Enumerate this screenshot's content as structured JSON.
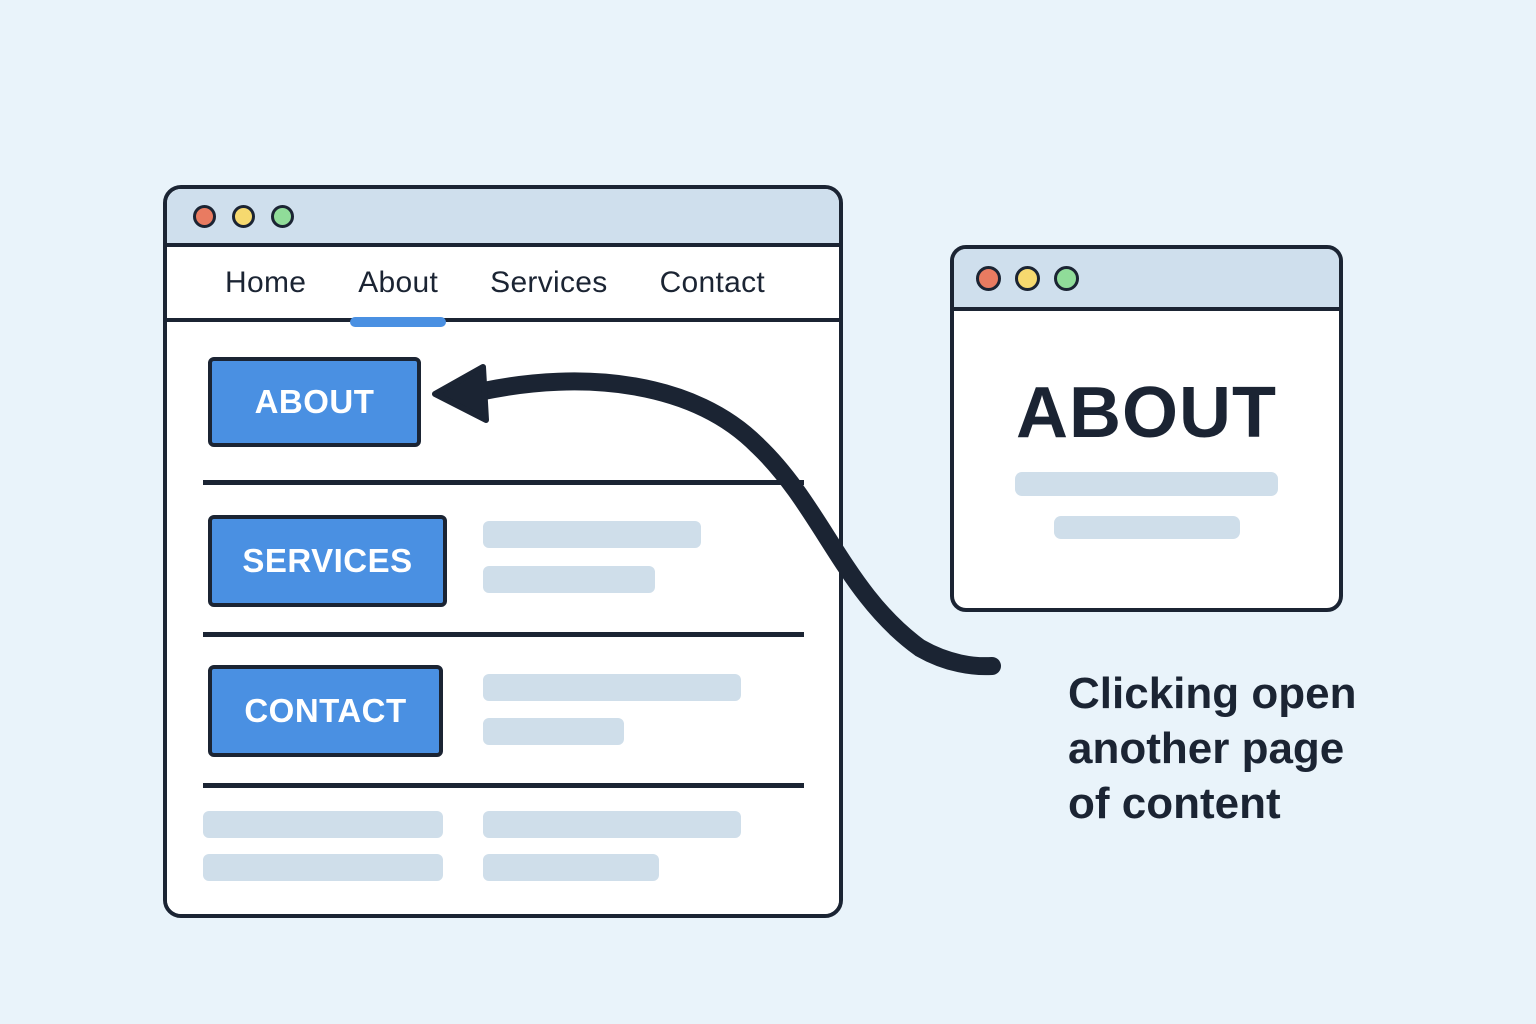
{
  "colors": {
    "bg": "#e9f3fa",
    "ink": "#1b2433",
    "titlebar": "#cfdfed",
    "blue": "#4a90e2",
    "bar": "#cfdeea",
    "dotred": "#e97b61",
    "dotyellow": "#f6d96f",
    "dotgreen": "#90dc99",
    "white": "#ffffff"
  },
  "main_window": {
    "traffic_light_icons": [
      "close-icon",
      "minimize-icon",
      "maximize-icon"
    ],
    "nav": {
      "items": [
        {
          "label": "Home",
          "active": false
        },
        {
          "label": "About",
          "active": true
        },
        {
          "label": "Services",
          "active": false
        },
        {
          "label": "Contact",
          "active": false
        }
      ]
    },
    "section_buttons": [
      "ABOUT",
      "SERVICES",
      "CONTACT"
    ]
  },
  "result_window": {
    "traffic_light_icons": [
      "close-icon",
      "minimize-icon",
      "maximize-icon"
    ],
    "heading": "ABOUT"
  },
  "caption": {
    "text": "Clicking open another page of content"
  }
}
